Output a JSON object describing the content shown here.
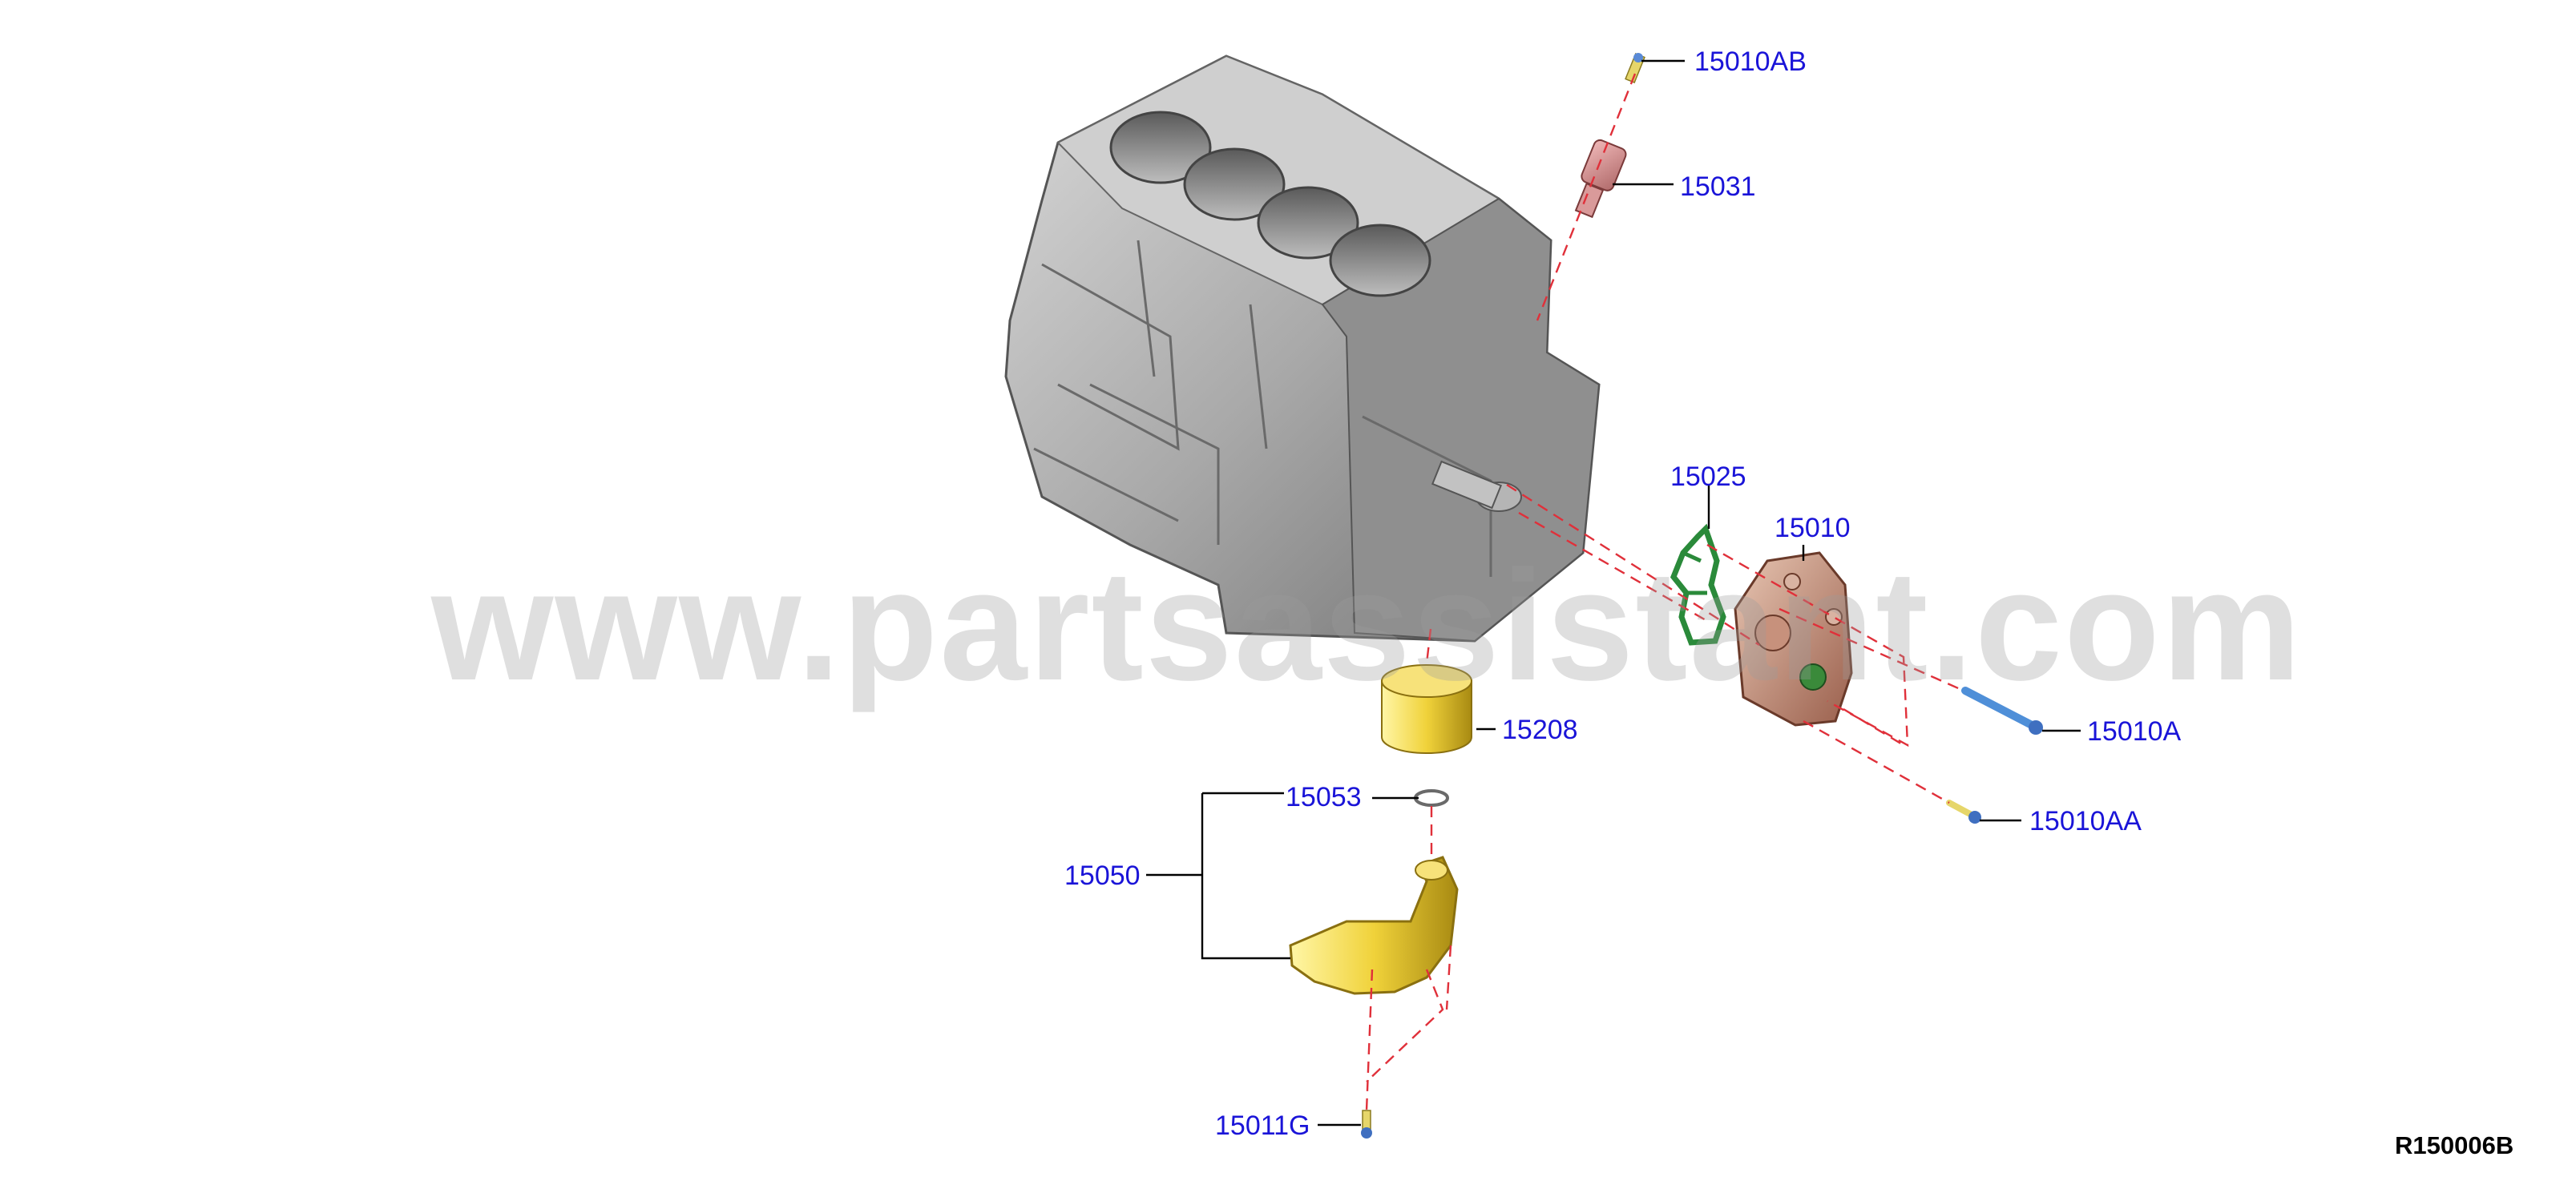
{
  "watermark": "www.partsassistant.com",
  "diagram_ref": "R150006B",
  "callouts": {
    "p15010AB": "15010AB",
    "p15031": "15031",
    "p15025": "15025",
    "p15010": "15010",
    "p15208": "15208",
    "p15010A": "15010A",
    "p15053": "15053",
    "p15050": "15050",
    "p15010AA": "15010AA",
    "p15011G": "15011G"
  }
}
